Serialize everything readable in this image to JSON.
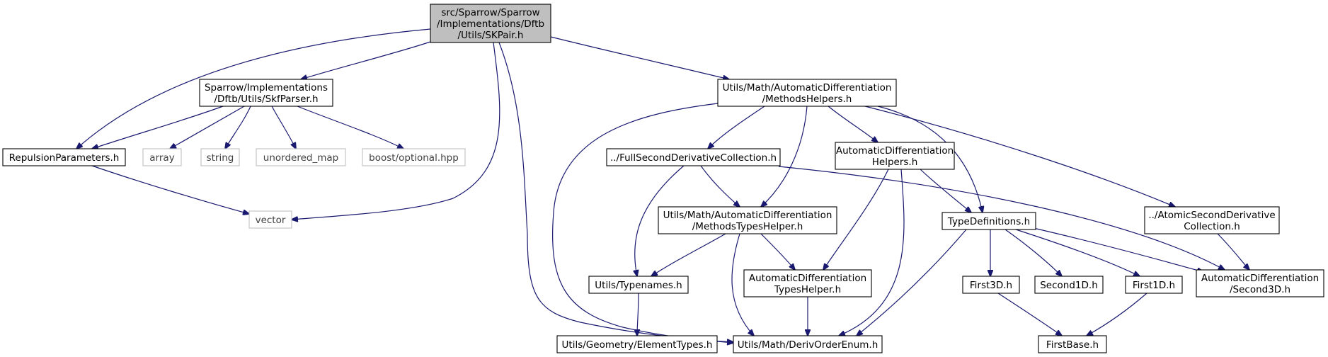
{
  "colors": {
    "edge": "#191970",
    "root_fill": "#bfbfbf",
    "root_border": "#000000",
    "node_border": "#000000",
    "external_border": "#bfbfbf"
  },
  "nodes": {
    "skpair": {
      "lines": [
        "src/Sparrow/Sparrow",
        "/Implementations/Dftb",
        "/Utils/SKPair.h"
      ],
      "kind": "root"
    },
    "skfparser": {
      "lines": [
        "Sparrow/Implementations",
        "/Dftb/Utils/SkfParser.h"
      ],
      "kind": "file"
    },
    "repulsion": {
      "lines": [
        "RepulsionParameters.h"
      ],
      "kind": "file"
    },
    "array": {
      "lines": [
        "array"
      ],
      "kind": "external"
    },
    "string": {
      "lines": [
        "string"
      ],
      "kind": "external"
    },
    "unordered_map": {
      "lines": [
        "unordered_map"
      ],
      "kind": "external"
    },
    "boost_optional": {
      "lines": [
        "boost/optional.hpp"
      ],
      "kind": "external"
    },
    "vector": {
      "lines": [
        "vector"
      ],
      "kind": "external"
    },
    "methods_helpers": {
      "lines": [
        "Utils/Math/AutomaticDifferentiation",
        "/MethodsHelpers.h"
      ],
      "kind": "file"
    },
    "full_second": {
      "lines": [
        "../FullSecondDerivativeCollection.h"
      ],
      "kind": "file"
    },
    "ad_helpers": {
      "lines": [
        "AutomaticDifferentiation",
        "Helpers.h"
      ],
      "kind": "file"
    },
    "methods_types_helper": {
      "lines": [
        "Utils/Math/AutomaticDifferentiation",
        "/MethodsTypesHelper.h"
      ],
      "kind": "file"
    },
    "type_definitions": {
      "lines": [
        "TypeDefinitions.h"
      ],
      "kind": "file"
    },
    "atomic_second": {
      "lines": [
        "../AtomicSecondDerivative",
        "Collection.h"
      ],
      "kind": "file"
    },
    "typenames": {
      "lines": [
        "Utils/Typenames.h"
      ],
      "kind": "file"
    },
    "ad_types_helper": {
      "lines": [
        "AutomaticDifferentiation",
        "TypesHelper.h"
      ],
      "kind": "file"
    },
    "first3d": {
      "lines": [
        "First3D.h"
      ],
      "kind": "file"
    },
    "second1d": {
      "lines": [
        "Second1D.h"
      ],
      "kind": "file"
    },
    "first1d": {
      "lines": [
        "First1D.h"
      ],
      "kind": "file"
    },
    "second3d": {
      "lines": [
        "AutomaticDifferentiation",
        "/Second3D.h"
      ],
      "kind": "file"
    },
    "element_types": {
      "lines": [
        "Utils/Geometry/ElementTypes.h"
      ],
      "kind": "file"
    },
    "deriv_order": {
      "lines": [
        "Utils/Math/DerivOrderEnum.h"
      ],
      "kind": "file"
    },
    "first_base": {
      "lines": [
        "FirstBase.h"
      ],
      "kind": "file"
    }
  },
  "edges": [
    [
      "skpair",
      "repulsion"
    ],
    [
      "skpair",
      "skfparser"
    ],
    [
      "skpair",
      "vector"
    ],
    [
      "skpair",
      "deriv_order"
    ],
    [
      "skpair",
      "methods_helpers"
    ],
    [
      "skfparser",
      "repulsion"
    ],
    [
      "skfparser",
      "array"
    ],
    [
      "skfparser",
      "string"
    ],
    [
      "skfparser",
      "unordered_map"
    ],
    [
      "skfparser",
      "boost_optional"
    ],
    [
      "repulsion",
      "vector"
    ],
    [
      "methods_helpers",
      "deriv_order"
    ],
    [
      "methods_helpers",
      "full_second"
    ],
    [
      "methods_helpers",
      "methods_types_helper"
    ],
    [
      "methods_helpers",
      "ad_helpers"
    ],
    [
      "methods_helpers",
      "type_definitions"
    ],
    [
      "methods_helpers",
      "atomic_second"
    ],
    [
      "full_second",
      "typenames"
    ],
    [
      "full_second",
      "methods_types_helper"
    ],
    [
      "full_second",
      "second3d"
    ],
    [
      "ad_helpers",
      "ad_types_helper"
    ],
    [
      "ad_helpers",
      "deriv_order"
    ],
    [
      "ad_helpers",
      "type_definitions"
    ],
    [
      "methods_types_helper",
      "typenames"
    ],
    [
      "methods_types_helper",
      "deriv_order"
    ],
    [
      "methods_types_helper",
      "ad_types_helper"
    ],
    [
      "type_definitions",
      "deriv_order"
    ],
    [
      "type_definitions",
      "first3d"
    ],
    [
      "type_definitions",
      "second1d"
    ],
    [
      "type_definitions",
      "first1d"
    ],
    [
      "type_definitions",
      "second3d"
    ],
    [
      "atomic_second",
      "second3d"
    ],
    [
      "typenames",
      "element_types"
    ],
    [
      "ad_types_helper",
      "deriv_order"
    ],
    [
      "first3d",
      "first_base"
    ],
    [
      "first1d",
      "first_base"
    ]
  ]
}
